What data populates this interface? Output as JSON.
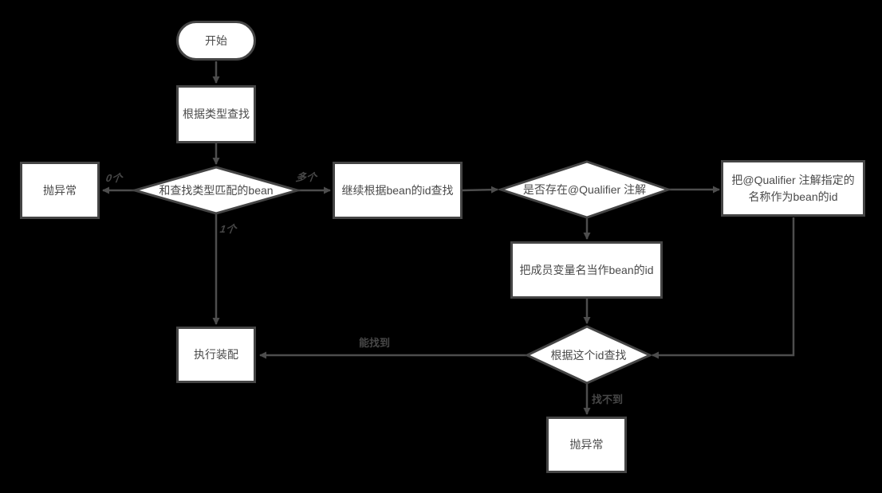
{
  "colors": {
    "background": "#000000",
    "node_fill": "#ffffff",
    "node_border": "#454545",
    "connector": "#4d4d4d",
    "node_text": "#4a4a4a",
    "edge_label_text": "#474747"
  },
  "nodes": {
    "start": {
      "type": "terminator",
      "label": "开始"
    },
    "find_by_type": {
      "type": "process",
      "label": "根据类型查找"
    },
    "match_beans_decision": {
      "type": "decision",
      "label": "和查找类型匹配的bean"
    },
    "throw_exception_left": {
      "type": "process",
      "label": "抛异常"
    },
    "continue_find_by_id": {
      "type": "process",
      "label": "继续根据bean的id查找"
    },
    "qualifier_exists_decision": {
      "type": "decision",
      "label": "是否存在@Qualifier 注解"
    },
    "qualifier_name_as_bean_id": {
      "type": "process",
      "label": "把@Qualifier 注解指定的名称作为bean的id"
    },
    "member_var_as_bean_id": {
      "type": "process",
      "label": "把成员变量名当作bean的id"
    },
    "find_by_this_id_decision": {
      "type": "decision",
      "label": "根据这个id查找"
    },
    "perform_assembly": {
      "type": "process",
      "label": "执行装配"
    },
    "throw_exception_bottom": {
      "type": "process",
      "label": "抛异常"
    }
  },
  "edge_labels": {
    "zero_count": "0个",
    "multiple_count": "多个",
    "one_count": "1个",
    "found": "能找到",
    "not_found": "找不到"
  }
}
